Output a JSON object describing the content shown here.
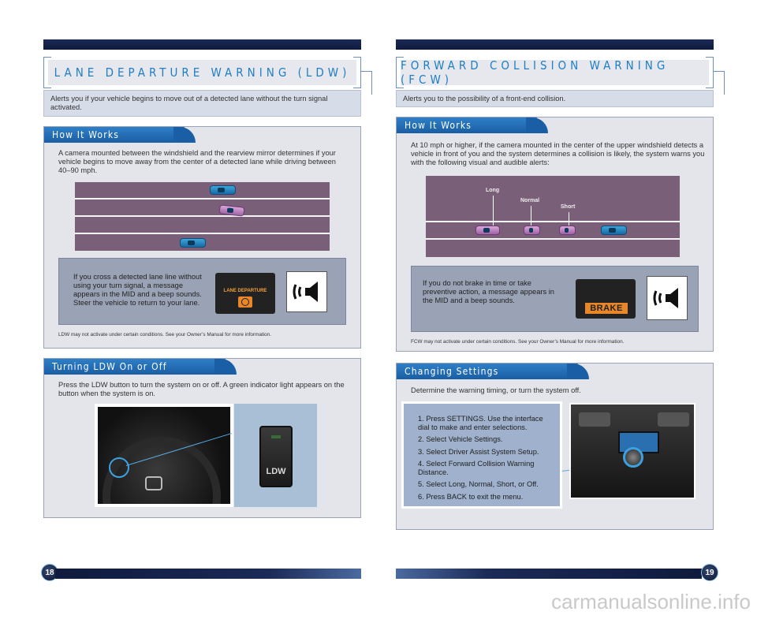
{
  "left": {
    "title": "LANE DEPARTURE WARNING (LDW)",
    "intro": "Alerts you if your vehicle begins to move out of a detected lane without the turn signal activated.",
    "how": {
      "tab": "How It Works",
      "text": "A camera mounted between the windshield and the rearview mirror determines if your vehicle begins to move away from the center of a detected lane while driving between 40–90 mph.",
      "alert": "If you cross a detected lane line without using your turn signal, a message appears in the MID and a beep sounds. Steer the vehicle to return to your lane.",
      "mid_message": "LANE DEPARTURE",
      "fine": "LDW may not activate under certain conditions. See your Owner’s Manual for more information."
    },
    "turning": {
      "tab": "Turning LDW On or Off",
      "text": "Press the LDW button to turn the system on or off. A green indicator light appears on the button when the system is on.",
      "button_label": "LDW"
    },
    "page": "18"
  },
  "right": {
    "title": "FORWARD COLLISION WARNING (FCW)",
    "intro": "Alerts you to the possibility of a front-end collision.",
    "how": {
      "tab": "How It Works",
      "text": "At 10 mph or higher, if the camera mounted in the center of the upper windshield detects a vehicle in front of you and the system determines a collision is likely, the system warns you with the following visual and audible alerts:",
      "distances": [
        "Long",
        "Normal",
        "Short"
      ],
      "alert": "If you do not brake in time or take preventive action, a message appears in the MID and a beep sounds.",
      "mid_message": "BRAKE",
      "fine": "FCW may not activate under certain conditions. See your Owner’s Manual for more information."
    },
    "settings": {
      "tab": "Changing Settings",
      "text": "Determine the warning timing, or turn the system off.",
      "steps": [
        "1.  Press SETTINGS. Use the interface dial to make and enter selections.",
        "2.  Select Vehicle Settings.",
        "3.  Select Driver Assist System Setup.",
        "4.  Select Forward Collision Warning Distance.",
        "5.  Select Long, Normal, Short, or Off.",
        "6.  Press BACK to exit the menu."
      ]
    },
    "page": "19"
  },
  "watermark": "carmanualsonline.info"
}
